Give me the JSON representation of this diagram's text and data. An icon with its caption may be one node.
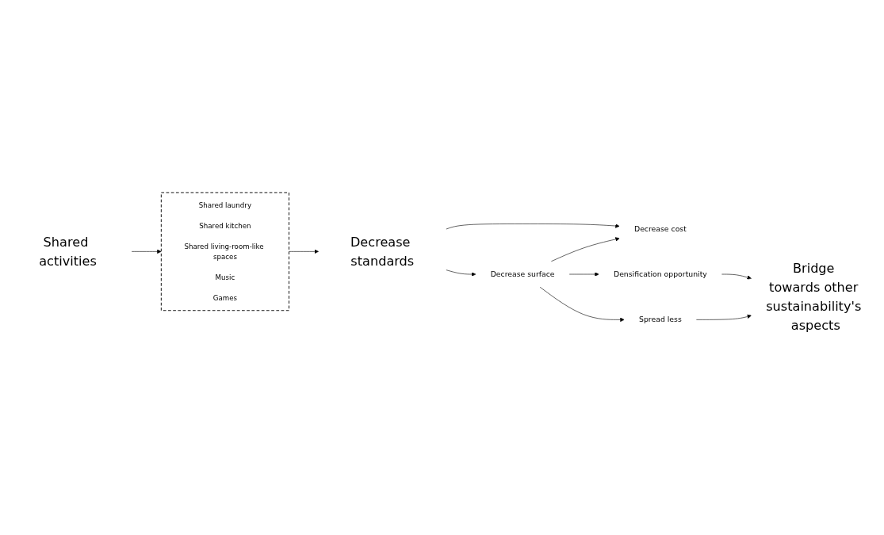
{
  "diagram": {
    "nodes": [
      {
        "text": [
          "Shared laundry",
          "Shared kitchen",
          "Shared living-room-like spaces",
          "Music",
          "Games"
        ]
      },
      {
        "text": [
          "Shared activities"
        ]
      },
      {
        "text": [
          "Decrease standards"
        ]
      },
      {
        "text": [
          "Decrease cost"
        ]
      },
      {
        "text": [
          "Decrease surface"
        ]
      },
      {
        "text": [
          "Densification opportunity"
        ]
      },
      {
        "text": [
          "Spread less"
        ]
      },
      {
        "text": [
          "Bridge towards other sustainability's aspects"
        ]
      }
    ],
    "edges": [
      {
        "from": 1,
        "to": 0,
        "arrow": "to"
      },
      {
        "from": 0,
        "to": 2,
        "arrow": "to"
      },
      {
        "from": 2,
        "to": 3,
        "arrow": "to"
      },
      {
        "from": 2,
        "to": 4,
        "arrow": "to"
      },
      {
        "from": 4,
        "to": 3,
        "arrow": "to"
      },
      {
        "from": 4,
        "to": 5,
        "arrow": "to"
      },
      {
        "from": 4,
        "to": 6,
        "arrow": "to"
      },
      {
        "from": 5,
        "to": 7,
        "arrow": "to"
      },
      {
        "from": 6,
        "to": 7,
        "arrow": "to"
      }
    ]
  }
}
